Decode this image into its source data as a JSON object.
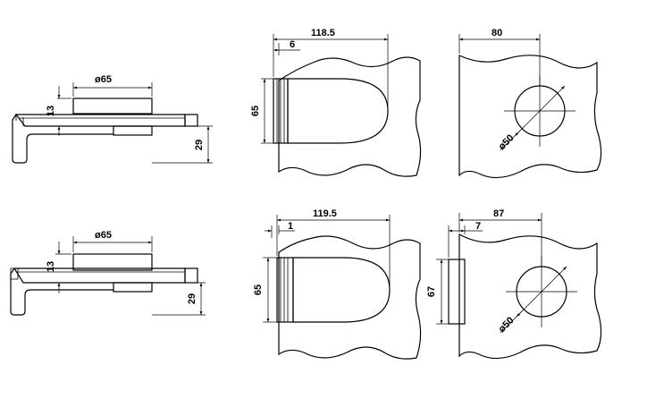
{
  "views": {
    "top_side": {
      "diameter_label": "ø65",
      "height_label": "13",
      "depth_label": "29"
    },
    "top_front": {
      "width_label": "118.5",
      "offset_label": "6",
      "height_label": "65"
    },
    "top_hole": {
      "width_label": "80",
      "hole_label": "ø50"
    },
    "bottom_side": {
      "diameter_label": "ø65",
      "height_label": "13",
      "depth_label": "29"
    },
    "bottom_front": {
      "width_label": "119.5",
      "offset_label": "1",
      "height_label": "65"
    },
    "bottom_hole": {
      "width_label": "87",
      "offset_label": "7",
      "height_label": "67",
      "hole_label": "ø50"
    }
  }
}
